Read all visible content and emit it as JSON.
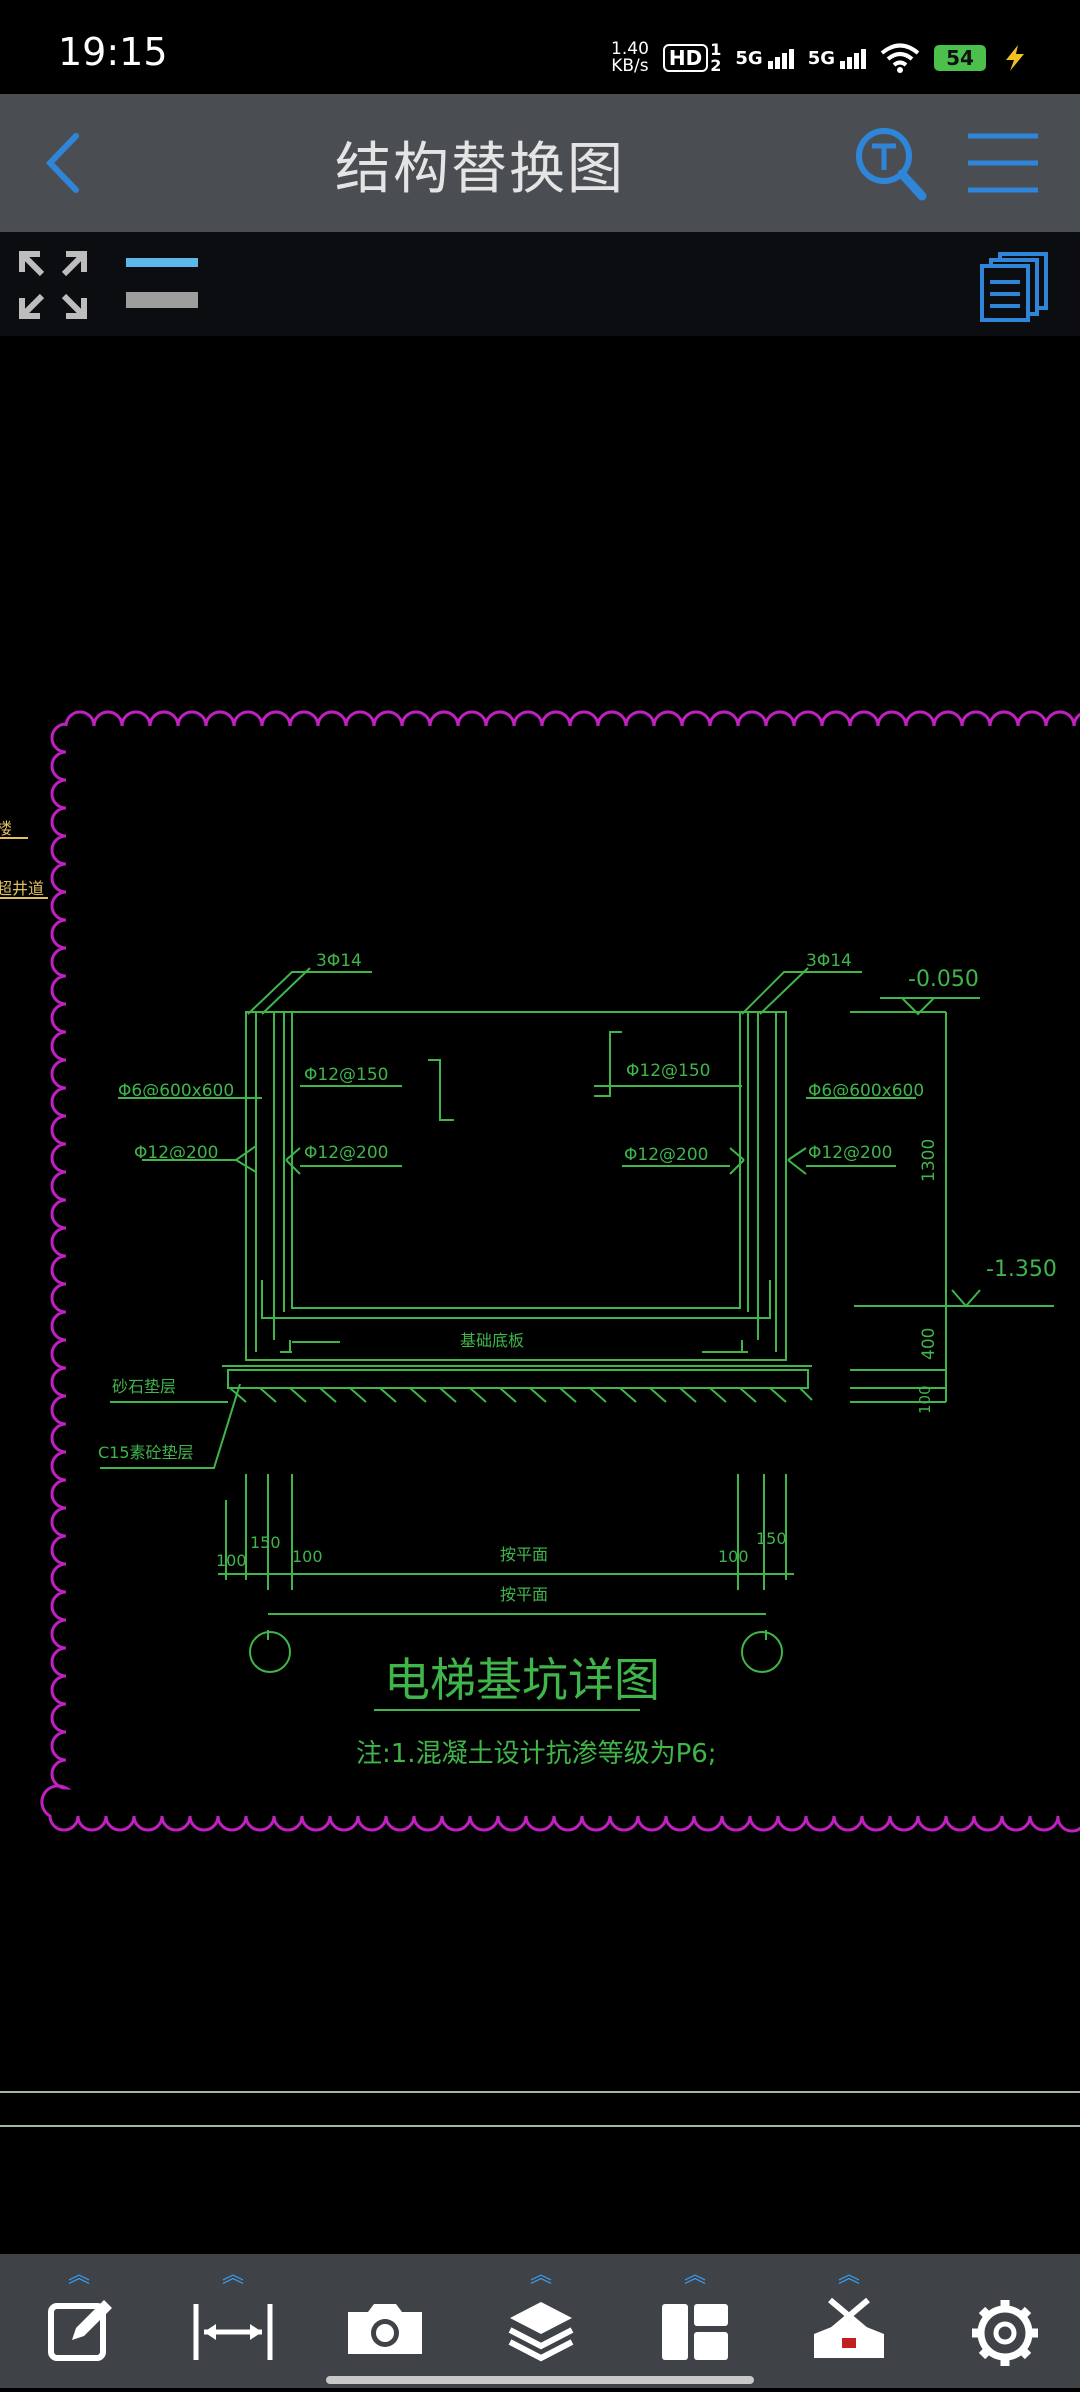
{
  "status_bar": {
    "time": "19:15",
    "net_speed_value": "1.40",
    "net_speed_unit": "KB/s",
    "hd_label": "HD",
    "hd_sub": "1",
    "hd_sub2": "2",
    "sim1_label": "5G",
    "sim2_label": "5G",
    "battery_level": "54"
  },
  "title_bar": {
    "title": "结构替换图"
  },
  "drawing": {
    "rebar_top_left": "3Φ14",
    "rebar_top_right": "3Φ14",
    "elev_top": "-0.050",
    "elev_bottom": "-1.350",
    "dim_1300": "1300",
    "dim_400": "400",
    "dim_100_side": "100",
    "wall_dist_left": "Φ6@600x600",
    "wall_dist_right": "Φ6@600x600",
    "wall_vert_left": "Φ12@200",
    "wall_vert_right": "Φ12@200",
    "inner_top_left": "Φ12@150",
    "inner_top_right": "Φ12@150",
    "inner_mid_left": "Φ12@200",
    "inner_mid_right": "Φ12@200",
    "slab_label": "基础底板",
    "gravel_label": "砂石垫层",
    "c15_label": "C15素砼垫层",
    "dim_150_left": "150",
    "dim_150_right": "150",
    "dim_100_a": "100",
    "dim_100_b": "100",
    "dim_100_c": "100",
    "span_label_1": "按平面",
    "span_label_2": "按平面",
    "drawing_title": "电梯基坑详图",
    "note": "注:1.混凝土设计抗渗等级为P6;",
    "edge_text_1": "楼",
    "edge_text_2": "超井道"
  },
  "colors": {
    "title_bar_bg": "#4a4d52",
    "accent_blue": "#2f86d8",
    "cad_green": "#3fb54a",
    "cad_magenta": "#c020c0",
    "battery_green": "#4cc04c"
  }
}
